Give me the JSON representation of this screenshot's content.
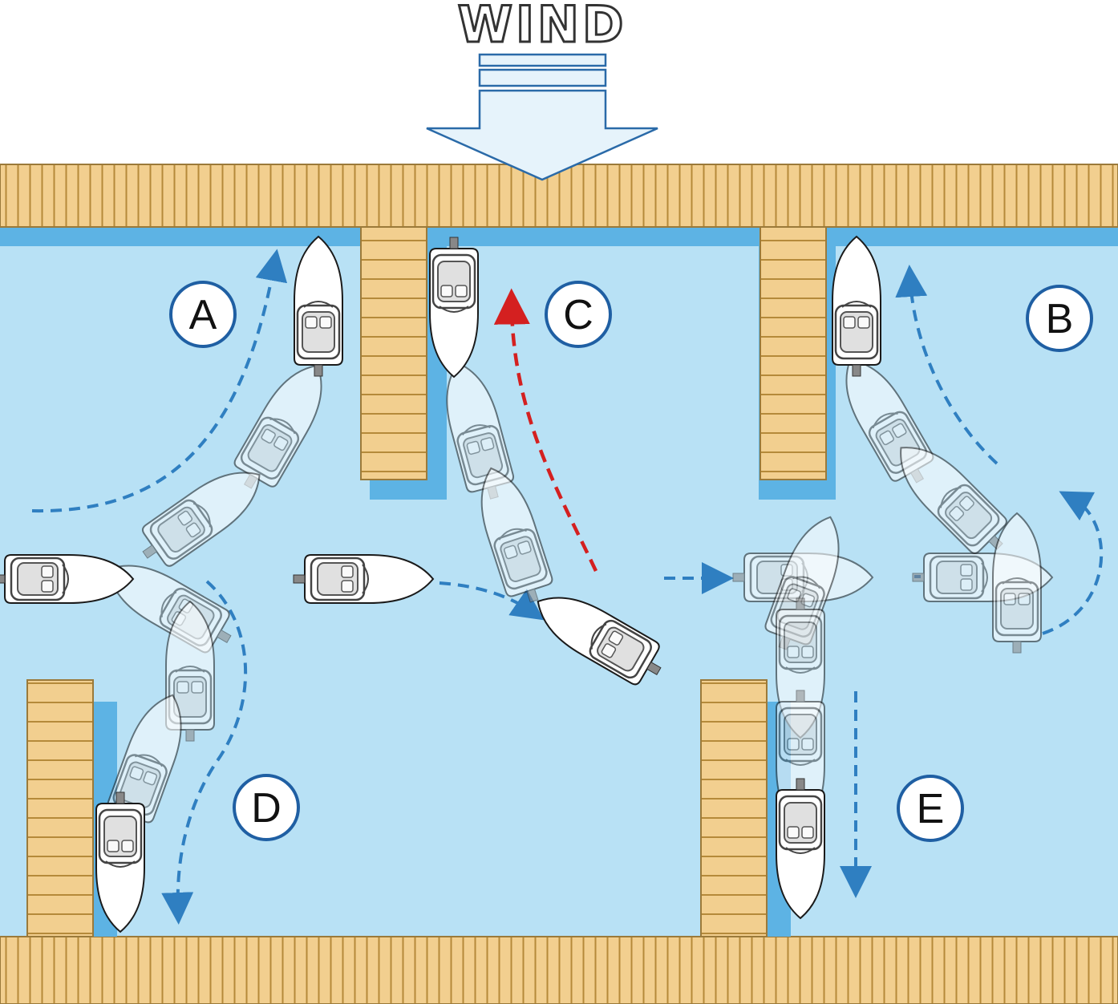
{
  "wind": {
    "label": "WIND",
    "arrow_fill": "#e6f3fb",
    "arrow_stroke": "#2a6aa8"
  },
  "colors": {
    "water": "#b8e1f5",
    "water_shadow": "#5db3e4",
    "dock_wood": "#f2cf8f",
    "dock_plank_line": "#b58a3a",
    "path_blue": "#2f7fc1",
    "path_red": "#d42020",
    "label_ring": "#1f5fa3"
  },
  "scenarios": {
    "a": {
      "label": "A",
      "path_color": "blue",
      "path_icon": "dashed-arrow"
    },
    "b": {
      "label": "B",
      "path_color": "blue",
      "path_icon": "dashed-arrow"
    },
    "c": {
      "label": "C",
      "path_color": "red",
      "path_icon": "dashed-arrow"
    },
    "d": {
      "label": "D",
      "path_color": "blue",
      "path_icon": "dashed-arrow"
    },
    "e": {
      "label": "E",
      "path_color": "blue",
      "path_icon": "dashed-arrow"
    }
  },
  "icons": {
    "boat": "boat-icon",
    "ghost_boat": "boat-ghost-icon",
    "wind_arrow": "wind-arrow-icon"
  }
}
